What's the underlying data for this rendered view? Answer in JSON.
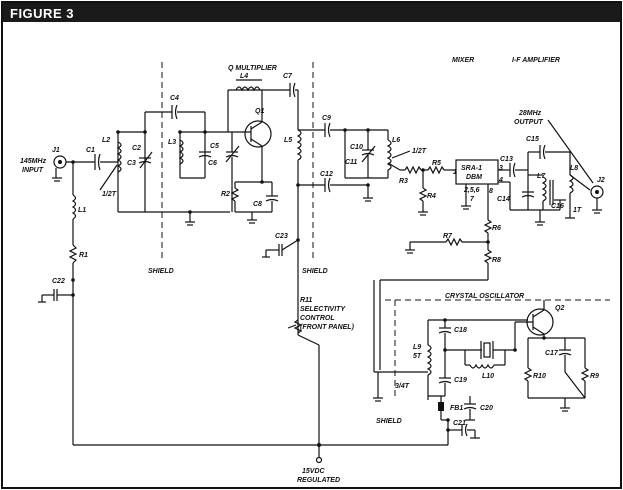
{
  "figure_title": "FIGURE 3",
  "sections": {
    "q_multiplier": "Q MULTIPLIER",
    "mixer": "MIXER",
    "if_amplifier": "I-F AMPLIFIER",
    "crystal_oscillator": "CRYSTAL OSCILLATOR",
    "shield_left": "SHIELD",
    "shield_mid": "SHIELD",
    "shield_bottom": "SHIELD"
  },
  "io": {
    "input_freq": "145MHz",
    "input_label": "INPUT",
    "input_jack": "J1",
    "output_freq": "28MHz",
    "output_label": "OUTPUT",
    "output_jack": "J2",
    "supply_voltage": "15VDC",
    "supply_label": "REGULATED"
  },
  "control": {
    "ref": "R11",
    "line1": "SELECTIVITY",
    "line2": "CONTROL",
    "line3": "(FRONT PANEL)"
  },
  "mixer_block": {
    "name": "SRA-1",
    "sub": "DBM",
    "pins": "2,5,6",
    "pin1": "1",
    "pin3": "3",
    "pin4": "4",
    "pin7": "7",
    "pin8": "8"
  },
  "taps": {
    "l2_tap": "1/2T",
    "l6_tap": "1/2T",
    "l9_tap": "3/4T",
    "l9_turns": "5T",
    "l8_turns": "1T"
  },
  "components": {
    "C1": "C1",
    "C2": "C2",
    "C3": "C3",
    "C4": "C4",
    "C5": "C5",
    "C6": "C6",
    "C7": "C7",
    "C8": "C8",
    "C9": "C9",
    "C10": "C10",
    "C11": "C11",
    "C12": "C12",
    "C13": "C13",
    "C14": "C14",
    "C15": "C15",
    "C16": "C16",
    "C17": "C17",
    "C18": "C18",
    "C19": "C19",
    "C20": "C20",
    "C21": "C21",
    "C22": "C22",
    "C23": "C23",
    "L1": "L1",
    "L2": "L2",
    "L3": "L3",
    "L4": "L4",
    "L5": "L5",
    "L6": "L6",
    "L7": "L7",
    "L8": "L8",
    "L9": "L9",
    "L10": "L10",
    "R1": "R1",
    "R2": "R2",
    "R3": "R3",
    "R4": "R4",
    "R5": "R5",
    "R6": "R6",
    "R7": "R7",
    "R8": "R8",
    "R9": "R9",
    "R10": "R10",
    "Q1": "Q1",
    "Q2": "Q2",
    "FB1": "FB1"
  }
}
